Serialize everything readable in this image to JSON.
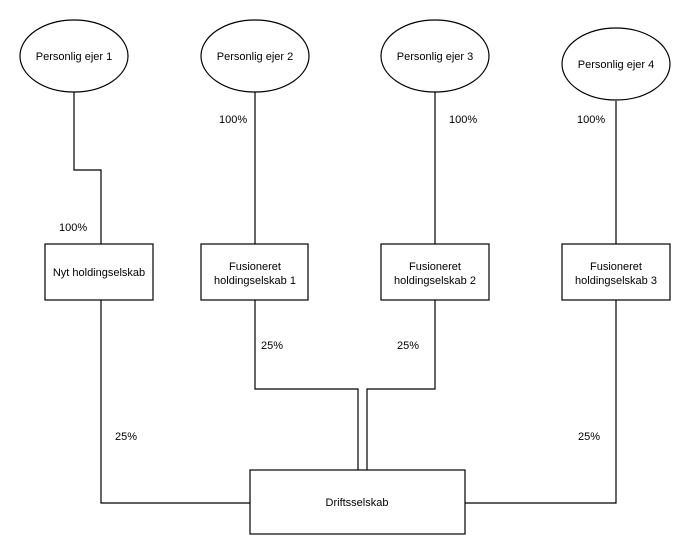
{
  "owners": [
    {
      "label": "Personlig ejer 1"
    },
    {
      "label": "Personlig ejer 2"
    },
    {
      "label": "Personlig ejer 3"
    },
    {
      "label": "Personlig ejer 4"
    }
  ],
  "holdings": [
    {
      "line1": "Nyt holdingselskab",
      "line2": ""
    },
    {
      "line1": "Fusioneret",
      "line2": "holdingselskab 1"
    },
    {
      "line1": "Fusioneret",
      "line2": "holdingselskab 2"
    },
    {
      "line1": "Fusioneret",
      "line2": "holdingselskab 3"
    }
  ],
  "operating_company": {
    "label": "Driftsselskab"
  },
  "owner_shares": [
    "100%",
    "100%",
    "100%",
    "100%"
  ],
  "holding_shares": [
    "25%",
    "25%",
    "25%",
    "25%"
  ]
}
